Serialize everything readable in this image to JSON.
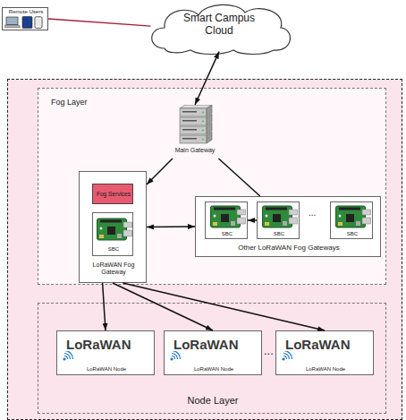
{
  "diagram": {
    "nodes": [
      {
        "text": [
          "Remote Users"
        ]
      },
      {
        "text": [
          "Smart Campus Cloud"
        ]
      },
      {
        "text": [
          "Fog Layer"
        ]
      },
      {
        "text": [
          "Main Gateway"
        ],
        "in": 2
      },
      {
        "text": [
          "LoRaWAN Fog Gateway"
        ],
        "in": 2
      },
      {
        "text": [
          "Fog Services"
        ],
        "in": 4
      },
      {
        "text": [
          "SBC"
        ],
        "in": 4
      },
      {
        "text": [
          "Other LoRaWAN Fog Gateways"
        ],
        "in": 2
      },
      {
        "text": [
          "SBC"
        ],
        "in": 7
      },
      {
        "text": [
          "SBC"
        ],
        "in": 7
      },
      {
        "text": [
          "SBC"
        ],
        "in": 7
      },
      {
        "text": [
          "Node Layer"
        ]
      },
      {
        "text": [
          "LoRaWAN",
          "LoRaWAN Node"
        ],
        "in": 11
      },
      {
        "text": [
          "LoRaWAN",
          "LoRaWAN Node"
        ],
        "in": 11
      },
      {
        "text": [
          "LoRaWAN",
          "LoRaWAN Node"
        ],
        "in": 11
      }
    ],
    "edges": [
      {
        "from": 0,
        "to": 1,
        "arrow": "none"
      },
      {
        "from": 1,
        "to": 3,
        "arrow": "both"
      },
      {
        "from": 3,
        "to": 4,
        "arrow": "to"
      },
      {
        "from": 3,
        "to": 7,
        "arrow": "none"
      },
      {
        "from": 4,
        "to": 7,
        "arrow": "both"
      },
      {
        "from": 9,
        "to": 8,
        "arrow": "to"
      },
      {
        "from": 4,
        "to": 12,
        "arrow": "to"
      },
      {
        "from": 4,
        "to": 13,
        "arrow": "to"
      },
      {
        "from": 4,
        "to": 14,
        "arrow": "to"
      }
    ],
    "labels": [
      "...",
      "..."
    ]
  }
}
